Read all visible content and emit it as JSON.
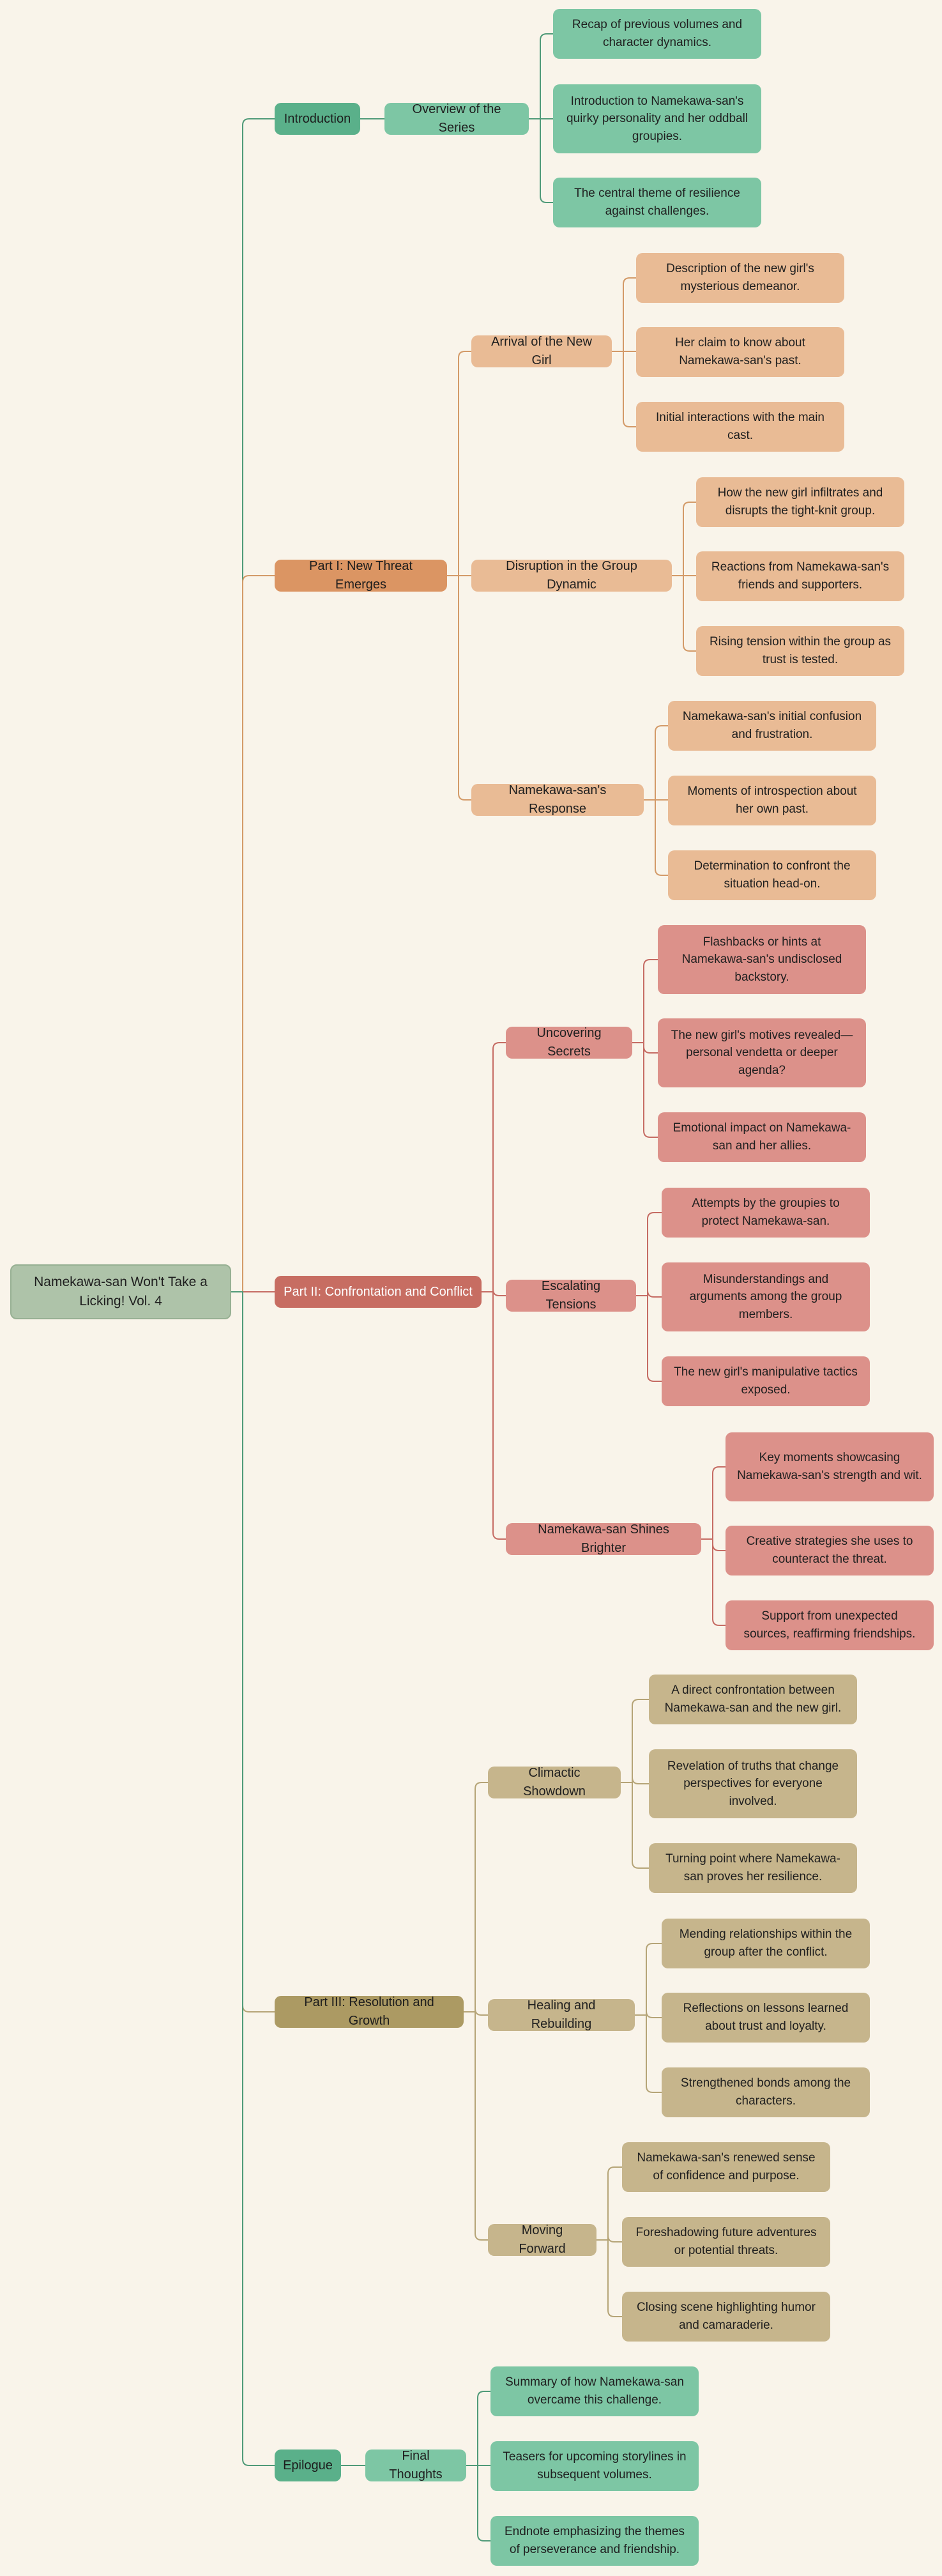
{
  "root": {
    "label": "Namekawa-san Won't Take a Licking! Vol. 4"
  },
  "colors": {
    "background": "#f9f4ea",
    "root_fill": "#aec3a9",
    "introduction": {
      "main": "#5ab08a",
      "sub": "#7dc6a4",
      "line": "#4f9a78"
    },
    "part1": {
      "main": "#db9563",
      "sub": "#e9bb95",
      "line": "#d39a68"
    },
    "part2": {
      "main": "#c76d62",
      "sub": "#dc918a",
      "line": "#c56b63"
    },
    "part3": {
      "main": "#ac9a63",
      "sub": "#c6b58c",
      "line": "#b5a477"
    },
    "epilogue": {
      "main": "#5ab08a",
      "sub": "#7dc6a4",
      "line": "#4f9a78"
    }
  },
  "branches": [
    {
      "key": "introduction",
      "label": "Introduction",
      "children": [
        {
          "label": "Overview of the Series",
          "children": [
            {
              "label": "Recap of previous volumes and character dynamics."
            },
            {
              "label": "Introduction to Namekawa-san's quirky personality and her oddball groupies."
            },
            {
              "label": "The central theme of resilience against challenges."
            }
          ]
        }
      ]
    },
    {
      "key": "part1",
      "label": "Part I: New Threat Emerges",
      "children": [
        {
          "label": "Arrival of the New Girl",
          "children": [
            {
              "label": "Description of the new girl's mysterious demeanor."
            },
            {
              "label": "Her claim to know about Namekawa-san's past."
            },
            {
              "label": "Initial interactions with the main cast."
            }
          ]
        },
        {
          "label": "Disruption in the Group Dynamic",
          "children": [
            {
              "label": "How the new girl infiltrates and disrupts the tight-knit group."
            },
            {
              "label": "Reactions from Namekawa-san's friends and supporters."
            },
            {
              "label": "Rising tension within the group as trust is tested."
            }
          ]
        },
        {
          "label": "Namekawa-san's Response",
          "children": [
            {
              "label": "Namekawa-san's initial confusion and frustration."
            },
            {
              "label": "Moments of introspection about her own past."
            },
            {
              "label": "Determination to confront the situation head-on."
            }
          ]
        }
      ]
    },
    {
      "key": "part2",
      "label": "Part II: Confrontation and Conflict",
      "children": [
        {
          "label": "Uncovering Secrets",
          "children": [
            {
              "label": "Flashbacks or hints at Namekawa-san's undisclosed backstory."
            },
            {
              "label": "The new girl's motives revealed—personal vendetta or deeper agenda?"
            },
            {
              "label": "Emotional impact on Namekawa-san and her allies."
            }
          ]
        },
        {
          "label": "Escalating Tensions",
          "children": [
            {
              "label": "Attempts by the groupies to protect Namekawa-san."
            },
            {
              "label": "Misunderstandings and arguments among the group members."
            },
            {
              "label": "The new girl's manipulative tactics exposed."
            }
          ]
        },
        {
          "label": "Namekawa-san Shines Brighter",
          "children": [
            {
              "label": "Key moments showcasing Namekawa-san's strength and wit."
            },
            {
              "label": "Creative strategies she uses to counteract the threat."
            },
            {
              "label": "Support from unexpected sources, reaffirming friendships."
            }
          ]
        }
      ]
    },
    {
      "key": "part3",
      "label": "Part III: Resolution and Growth",
      "children": [
        {
          "label": "Climactic Showdown",
          "children": [
            {
              "label": "A direct confrontation between Namekawa-san and the new girl."
            },
            {
              "label": "Revelation of truths that change perspectives for everyone involved."
            },
            {
              "label": "Turning point where Namekawa-san proves her resilience."
            }
          ]
        },
        {
          "label": "Healing and Rebuilding",
          "children": [
            {
              "label": "Mending relationships within the group after the conflict."
            },
            {
              "label": "Reflections on lessons learned about trust and loyalty."
            },
            {
              "label": "Strengthened bonds among the characters."
            }
          ]
        },
        {
          "label": "Moving Forward",
          "children": [
            {
              "label": "Namekawa-san's renewed sense of confidence and purpose."
            },
            {
              "label": "Foreshadowing future adventures or potential threats."
            },
            {
              "label": "Closing scene highlighting humor and camaraderie."
            }
          ]
        }
      ]
    },
    {
      "key": "epilogue",
      "label": "Epilogue",
      "children": [
        {
          "label": "Final Thoughts",
          "children": [
            {
              "label": "Summary of how Namekawa-san overcame this challenge."
            },
            {
              "label": "Teasers for upcoming storylines in subsequent volumes."
            },
            {
              "label": "Endnote emphasizing the themes of perseverance and friendship."
            }
          ]
        }
      ]
    }
  ]
}
